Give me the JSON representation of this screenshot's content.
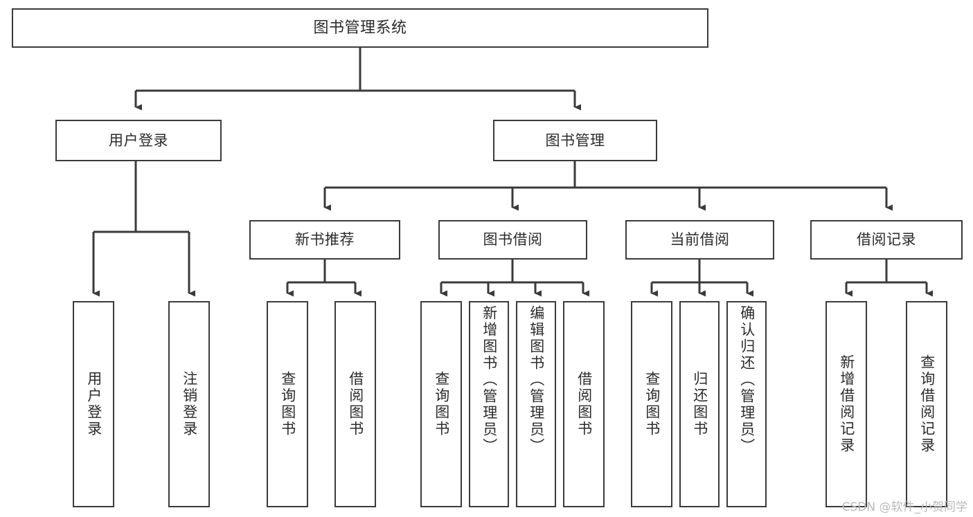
{
  "diagram": {
    "title": "图书管理系统",
    "type": "tree",
    "orientation": "top-down",
    "colors": {
      "box_border": "#3a3a3a",
      "box_fill": "#ffffff",
      "edge": "#3a3a3a",
      "text": "#2b2b2b",
      "watermark": "#b9b9b9",
      "background": "#ffffff"
    },
    "root": {
      "label": "图书管理系统"
    },
    "level2": [
      {
        "label": "用户登录"
      },
      {
        "label": "图书管理"
      }
    ],
    "level3": [
      {
        "label": "新书推荐"
      },
      {
        "label": "图书借阅"
      },
      {
        "label": "当前借阅"
      },
      {
        "label": "借阅记录"
      }
    ],
    "leaves": {
      "user_login": [
        {
          "label": "用户登录"
        },
        {
          "label": "注销登录"
        }
      ],
      "new_book_recommend": [
        {
          "label": "查询图书"
        },
        {
          "label": "借阅图书"
        }
      ],
      "book_borrow": [
        {
          "label": "查询图书"
        },
        {
          "label": "新增图书（管理员）"
        },
        {
          "label": "编辑图书（管理员）"
        },
        {
          "label": "借阅图书"
        }
      ],
      "current_borrow": [
        {
          "label": "查询图书"
        },
        {
          "label": "归还图书"
        },
        {
          "label": "确认归还（管理员）"
        }
      ],
      "borrow_record": [
        {
          "label": "新增借阅记录"
        },
        {
          "label": "查询借阅记录"
        }
      ]
    }
  },
  "watermark": {
    "text": "CSDN @软件_小贺同学"
  }
}
